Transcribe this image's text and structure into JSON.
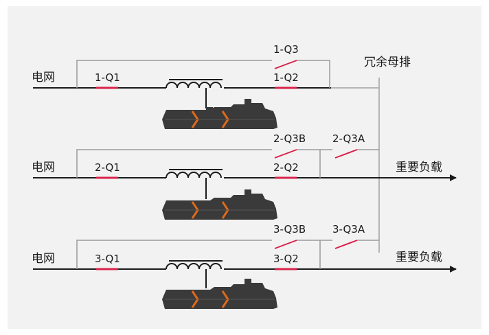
{
  "colors": {
    "background": "#f2f2f2",
    "line": "#1a1a1a",
    "bypass": "#9a9a9a",
    "busbar": "#b5b5b5",
    "breaker": "#d9224a",
    "machine": "#3a3a3a",
    "machine_accent": "#e06a1a"
  },
  "busbar_label": "冗余母排",
  "rows": [
    {
      "grid_label": "电网",
      "q1": "1-Q1",
      "q2": "1-Q2",
      "q3": "1-Q3",
      "has_load": false
    },
    {
      "grid_label": "电网",
      "q1": "2-Q1",
      "q2": "2-Q2",
      "q3b": "2-Q3B",
      "q3a": "2-Q3A",
      "load_label": "重要负载",
      "has_load": true
    },
    {
      "grid_label": "电网",
      "q1": "3-Q1",
      "q2": "3-Q2",
      "q3b": "3-Q3B",
      "q3a": "3-Q3A",
      "load_label": "重要负载",
      "has_load": true
    }
  ],
  "icons": [
    "transformer-coil-icon",
    "generator-machine-icon",
    "arrow-right-icon"
  ]
}
